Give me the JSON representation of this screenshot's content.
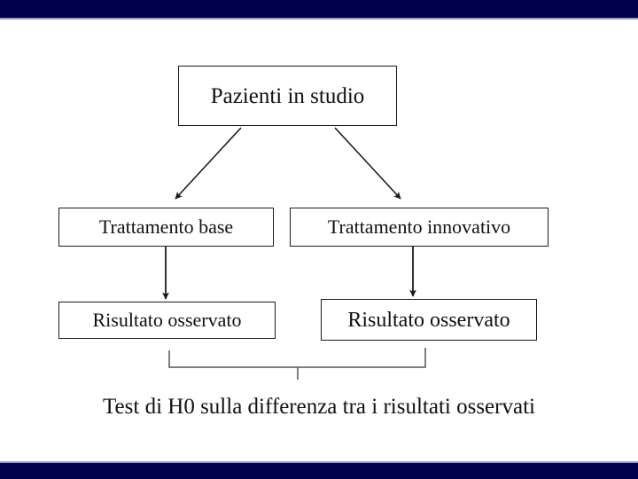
{
  "slide": {
    "background_color": "#ffffff",
    "band_color": "#00004d",
    "band_accent_color": "#9a9ac0",
    "text_color": "#111111",
    "line_color": "#1b1b1b"
  },
  "diagram": {
    "type": "flowchart",
    "title_node": {
      "label": "Pazienti in studio"
    },
    "arms": [
      {
        "treatment": {
          "label": "Trattamento base"
        },
        "outcome": {
          "label": "Risultato osservato"
        }
      },
      {
        "treatment": {
          "label": "Trattamento innovativo"
        },
        "outcome": {
          "label": "Risultato osservato"
        }
      }
    ],
    "caption": "Test di H0 sulla differenza tra i risultati osservati",
    "connectors": [
      {
        "name": "arrow-pazienti-to-base",
        "kind": "diagonal-arrow"
      },
      {
        "name": "arrow-pazienti-to-innovativo",
        "kind": "diagonal-arrow"
      },
      {
        "name": "arrow-base-to-risultato-sx",
        "kind": "vertical-arrow"
      },
      {
        "name": "arrow-innovativo-to-risultato-dx",
        "kind": "vertical-arrow"
      },
      {
        "name": "bracket-comparison",
        "kind": "bracket"
      }
    ]
  }
}
